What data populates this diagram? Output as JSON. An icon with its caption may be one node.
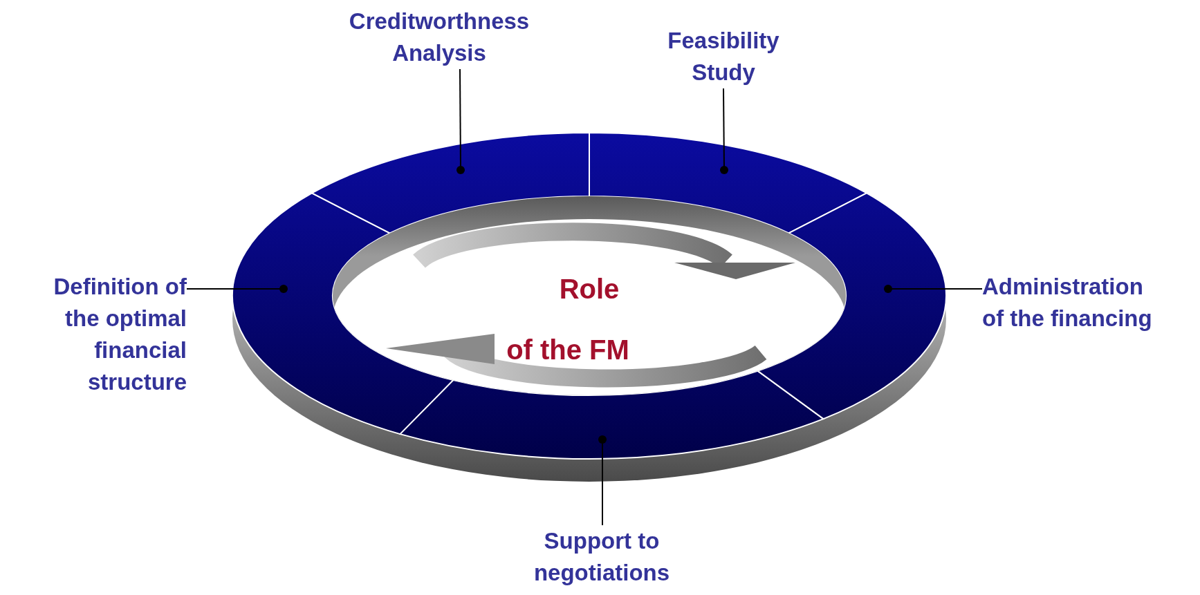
{
  "diagram": {
    "nodes": [
      {
        "text": [
          "Creditworthness Analysis"
        ]
      },
      {
        "text": [
          "Feasibility Study"
        ]
      },
      {
        "text": [
          "Definition of the optimal financial structure"
        ]
      },
      {
        "text": [
          "Administration of the financing"
        ]
      },
      {
        "text": [
          "Support to negotiations"
        ]
      },
      {
        "text": [],
        "shape": "arc"
      },
      {
        "text": [],
        "shape": "arc"
      },
      {
        "text": [],
        "shape": "arc"
      },
      {
        "text": [],
        "shape": "arc"
      },
      {
        "text": [],
        "shape": "arc"
      }
    ],
    "edges": [
      {
        "from": 0,
        "to": 6,
        "arrow": "other"
      },
      {
        "from": 1,
        "to": 8,
        "arrow": "other"
      },
      {
        "from": 2,
        "to": 5,
        "arrow": "other"
      },
      {
        "from": 3,
        "to": 9,
        "arrow": "other"
      },
      {
        "from": 4,
        "to": 7,
        "arrow": "other"
      }
    ],
    "labels": [
      "Role",
      "of the FM"
    ]
  }
}
